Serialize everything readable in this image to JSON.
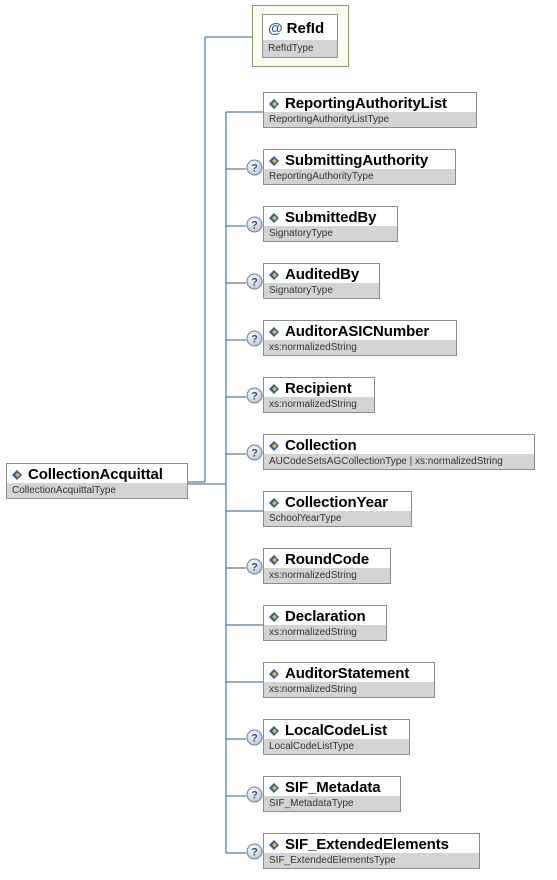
{
  "root": {
    "name": "CollectionAcquittal",
    "type": "CollectionAcquittalType"
  },
  "attribute": {
    "symbol": "@",
    "name": "RefId",
    "type": "RefIdType"
  },
  "children": [
    {
      "name": "ReportingAuthorityList",
      "type": "ReportingAuthorityListType",
      "optional": false
    },
    {
      "name": "SubmittingAuthority",
      "type": "ReportingAuthorityType",
      "optional": true
    },
    {
      "name": "SubmittedBy",
      "type": "SignatoryType",
      "optional": true
    },
    {
      "name": "AuditedBy",
      "type": "SignatoryType",
      "optional": true
    },
    {
      "name": "AuditorASICNumber",
      "type": "xs:normalizedString",
      "optional": true
    },
    {
      "name": "Recipient",
      "type": "xs:normalizedString",
      "optional": true
    },
    {
      "name": "Collection",
      "type": "AUCodeSetsAGCollectionType | xs:normalizedString",
      "optional": true
    },
    {
      "name": "CollectionYear",
      "type": "SchoolYearType",
      "optional": false
    },
    {
      "name": "RoundCode",
      "type": "xs:normalizedString",
      "optional": true
    },
    {
      "name": "Declaration",
      "type": "xs:normalizedString",
      "optional": false
    },
    {
      "name": "AuditorStatement",
      "type": "xs:normalizedString",
      "optional": false
    },
    {
      "name": "LocalCodeList",
      "type": "LocalCodeListType",
      "optional": true
    },
    {
      "name": "SIF_Metadata",
      "type": "SIF_MetadataType",
      "optional": true
    },
    {
      "name": "SIF_ExtendedElements",
      "type": "SIF_ExtendedElementsType",
      "optional": true
    }
  ],
  "icons": {
    "element": "element-icon",
    "optional": "optional-question-icon",
    "attribute": "attribute-at-icon"
  },
  "colors": {
    "icon_blue": "#2b5ea8",
    "icon_gold": "#f2b21c",
    "connector": "#2f5f86",
    "type_bar": "#d4d4d4"
  }
}
